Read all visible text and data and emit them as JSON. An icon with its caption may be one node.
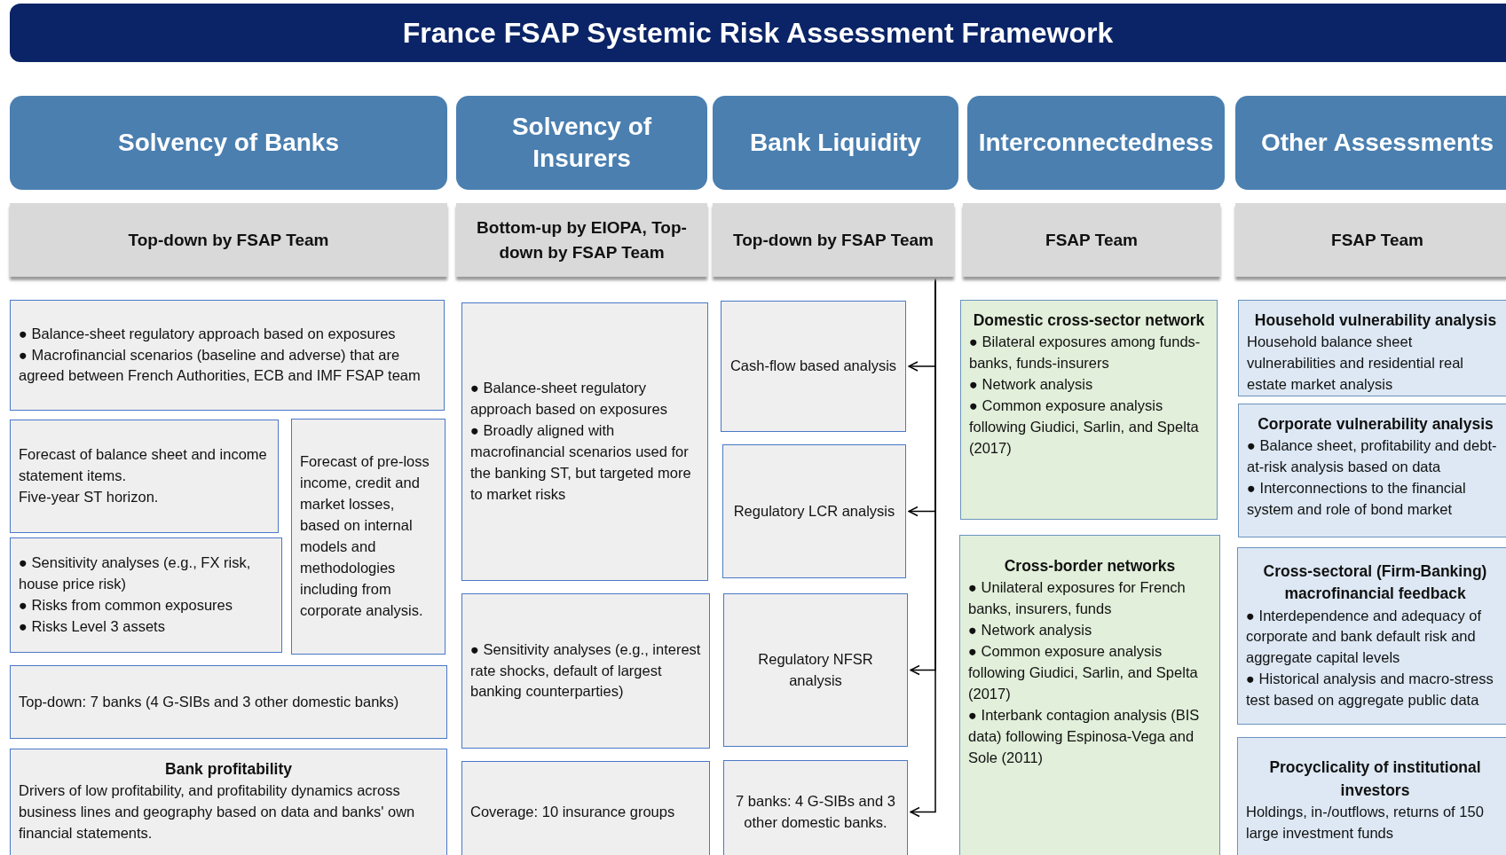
{
  "diagram": {
    "title": "France FSAP Systemic Risk Assessment Framework",
    "nodes": [
      {
        "text": [
          "Solvency of Banks"
        ]
      },
      {
        "text": [
          "Solvency of Insurers"
        ]
      },
      {
        "text": [
          "Bank Liquidity"
        ]
      },
      {
        "text": [
          "Interconnectedness"
        ]
      },
      {
        "text": [
          "Other Assessments"
        ]
      },
      {
        "text": [
          "Top-down by FSAP Team"
        ]
      },
      {
        "text": [
          "Bottom-up by EIOPA, Top-down by FSAP Team"
        ]
      },
      {
        "text": [
          "Top-down by FSAP Team"
        ]
      },
      {
        "text": [
          "FSAP Team"
        ]
      },
      {
        "text": [
          "FSAP Team"
        ]
      },
      {
        "text": [
          "● Balance-sheet regulatory approach based on exposures",
          "● Macrofinancial scenarios (baseline and adverse) that are agreed between French Authorities, ECB and IMF FSAP team"
        ]
      },
      {
        "text": [
          "Forecast of balance sheet and income statement items.",
          "Five-year ST horizon."
        ]
      },
      {
        "text": [
          "Forecast of pre-loss income, credit and market losses, based on internal models and methodologies including from corporate analysis."
        ]
      },
      {
        "text": [
          "● Sensitivity analyses (e.g., FX risk, house price risk)",
          "● Risks from common exposures",
          "● Risks Level 3 assets"
        ]
      },
      {
        "text": [
          "Top-down: 7 banks (4 G-SIBs and 3 other domestic banks)"
        ]
      },
      {
        "text": [
          "Bank profitability",
          "Drivers of low profitability, and profitability dynamics across business lines and geography based on data and banks' own financial statements."
        ]
      },
      {
        "text": [
          "● Balance-sheet regulatory approach based on exposures",
          "● Broadly aligned with macrofinancial scenarios used for the banking ST, but targeted more to market risks"
        ]
      },
      {
        "text": [
          "● Sensitivity analyses (e.g., interest rate shocks, default of largest banking counterparties)"
        ]
      },
      {
        "text": [
          "Coverage: 10 insurance groups"
        ]
      },
      {
        "text": [
          "Cash-flow based analysis"
        ]
      },
      {
        "text": [
          "Regulatory LCR analysis"
        ]
      },
      {
        "text": [
          "Regulatory NFSR analysis"
        ]
      },
      {
        "text": [
          "7 banks: 4 G-SIBs and 3 other domestic banks."
        ]
      },
      {
        "text": [
          "Domestic cross-sector network",
          "● Bilateral exposures among funds-banks, funds-insurers",
          "● Network analysis",
          "● Common exposure analysis following Giudici, Sarlin, and Spelta (2017)"
        ]
      },
      {
        "text": [
          "Cross-border networks",
          "● Unilateral exposures for French banks, insurers, funds",
          "● Network analysis",
          "● Common exposure analysis following Giudici, Sarlin, and Spelta (2017)",
          "● Interbank contagion analysis (BIS data) following Espinosa-Vega and Sole (2011)"
        ]
      },
      {
        "text": [
          "Household vulnerability analysis",
          "Household balance sheet vulnerabilities and residential real estate market analysis"
        ]
      },
      {
        "text": [
          "Corporate vulnerability analysis",
          "● Balance sheet, profitability and debt-at-risk analysis based on data",
          "● Interconnections to the financial system and role of bond market"
        ]
      },
      {
        "text": [
          "Cross-sectoral (Firm-Banking) macrofinancial feedback",
          "● Interdependence and adequacy of corporate and bank default risk and aggregate capital levels",
          "● Historical analysis and macro-stress test based on aggregate public data"
        ]
      },
      {
        "text": [
          "Procyclicality of institutional investors",
          "Holdings, in-/outflows, returns of 150 large investment funds"
        ]
      }
    ],
    "edges": [
      {
        "from": 7,
        "to": 19,
        "arrow": "to"
      },
      {
        "from": 7,
        "to": 20,
        "arrow": "to"
      },
      {
        "from": 7,
        "to": 21,
        "arrow": "to"
      },
      {
        "from": 7,
        "to": 22,
        "arrow": "to"
      }
    ]
  }
}
